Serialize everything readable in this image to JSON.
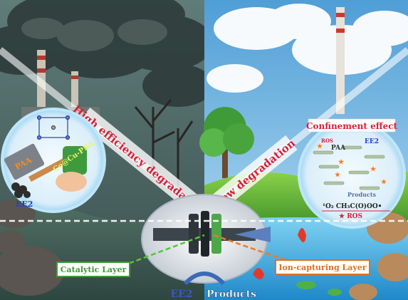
{
  "labels": {
    "left_diagonal": "High efficiency degradation",
    "right_diagonal": "Flow degradation",
    "confinement_title": "Confinement effect",
    "hammer_head": "PAA",
    "glove_label": "Co@Cu-PBA",
    "pollutant_label": "EE2",
    "detail_paa": "PAA",
    "detail_ee2": "EE2",
    "detail_ros_top": "ROS",
    "detail_products": "Products",
    "detail_species": "¹O₂  CH₃C(O)OO•",
    "detail_ros_bottom": "★ ROS",
    "catalytic_layer": "Catalytic Layer",
    "ion_layer": "Ion-capturing Layer",
    "bottom_left": "EE2",
    "bottom_right": "Products"
  },
  "colors": {
    "red_banner": "#d8203a",
    "green_tag": "#3e9a35",
    "orange_tag": "#e0701e",
    "bottom_left_text": "#3a57c8",
    "bottom_right_text": "#ffffff"
  }
}
